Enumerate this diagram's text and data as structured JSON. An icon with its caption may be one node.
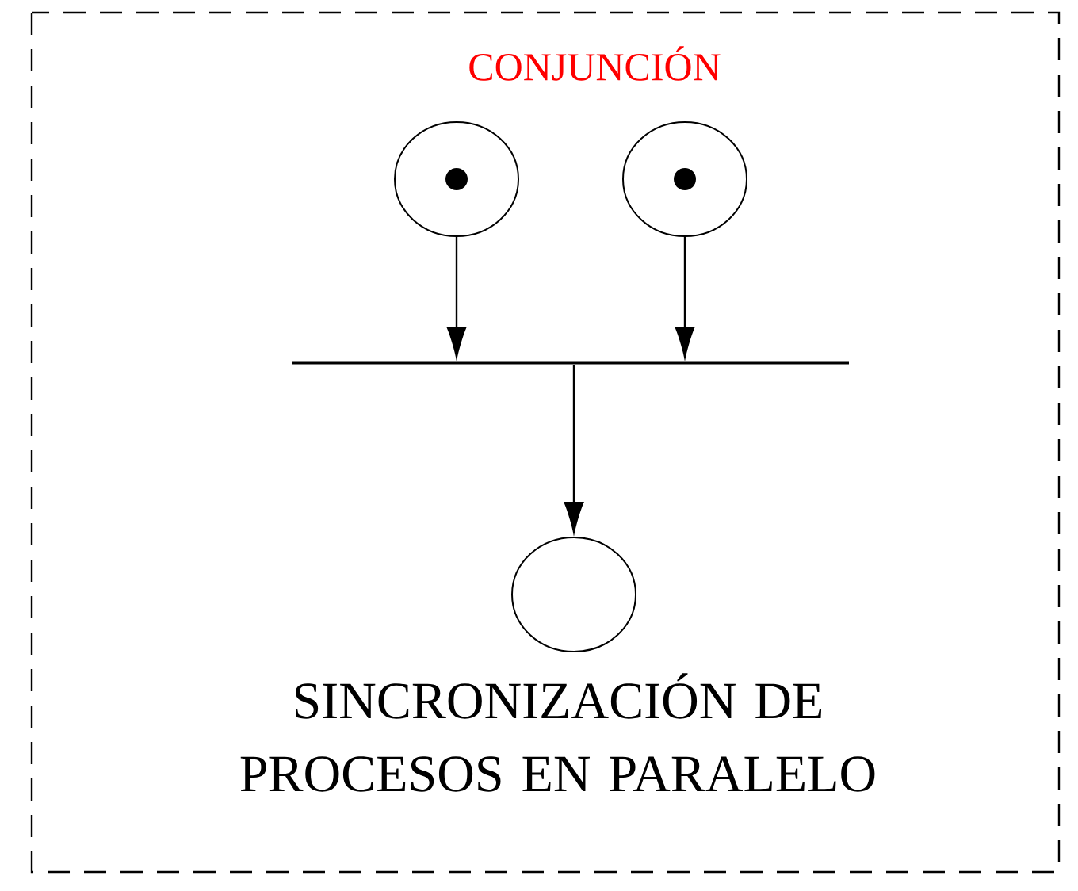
{
  "diagram": {
    "title": "CONJUNCIÓN",
    "caption": "SINCRONIZACIÓN DE PROCESOS EN PARALELO",
    "nodes": [
      {
        "text": [],
        "shape": "circle"
      },
      {
        "text": [],
        "shape": "circle"
      },
      {
        "text": [],
        "shape": "bar"
      },
      {
        "text": [],
        "shape": "circle"
      }
    ],
    "edges": [
      {
        "from": 0,
        "to": 2,
        "arrow": "to"
      },
      {
        "from": 1,
        "to": 2,
        "arrow": "to"
      },
      {
        "from": 2,
        "to": 3,
        "arrow": "to"
      }
    ]
  }
}
